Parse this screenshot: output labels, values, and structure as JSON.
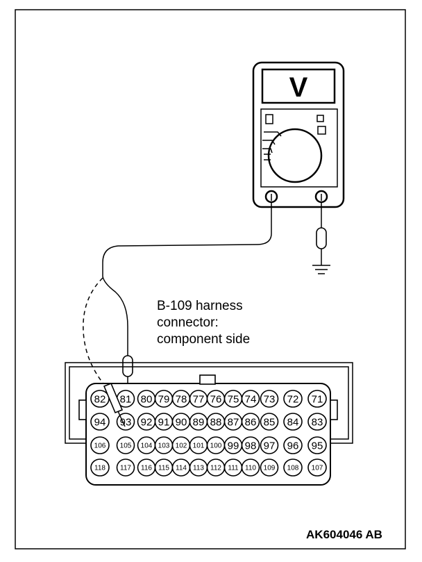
{
  "meter": {
    "display_symbol": "V",
    "icon": "voltmeter-icon"
  },
  "connector": {
    "caption_lines": [
      "B-109 harness",
      "connector:",
      "component side"
    ],
    "rows": [
      [
        "82",
        "81",
        "80",
        "79",
        "78",
        "77",
        "76",
        "75",
        "74",
        "73",
        "72",
        "71"
      ],
      [
        "94",
        "93",
        "92",
        "91",
        "90",
        "89",
        "88",
        "87",
        "86",
        "85",
        "84",
        "83"
      ],
      [
        "106",
        "105",
        "104",
        "103",
        "102",
        "101",
        "100",
        "99",
        "98",
        "97",
        "96",
        "95"
      ],
      [
        "118",
        "117",
        "116",
        "115",
        "114",
        "113",
        "112",
        "111",
        "110",
        "109",
        "108",
        "107"
      ]
    ]
  },
  "ground": {
    "icon": "ground-symbol-icon"
  },
  "figure_code": "AK604046 AB"
}
